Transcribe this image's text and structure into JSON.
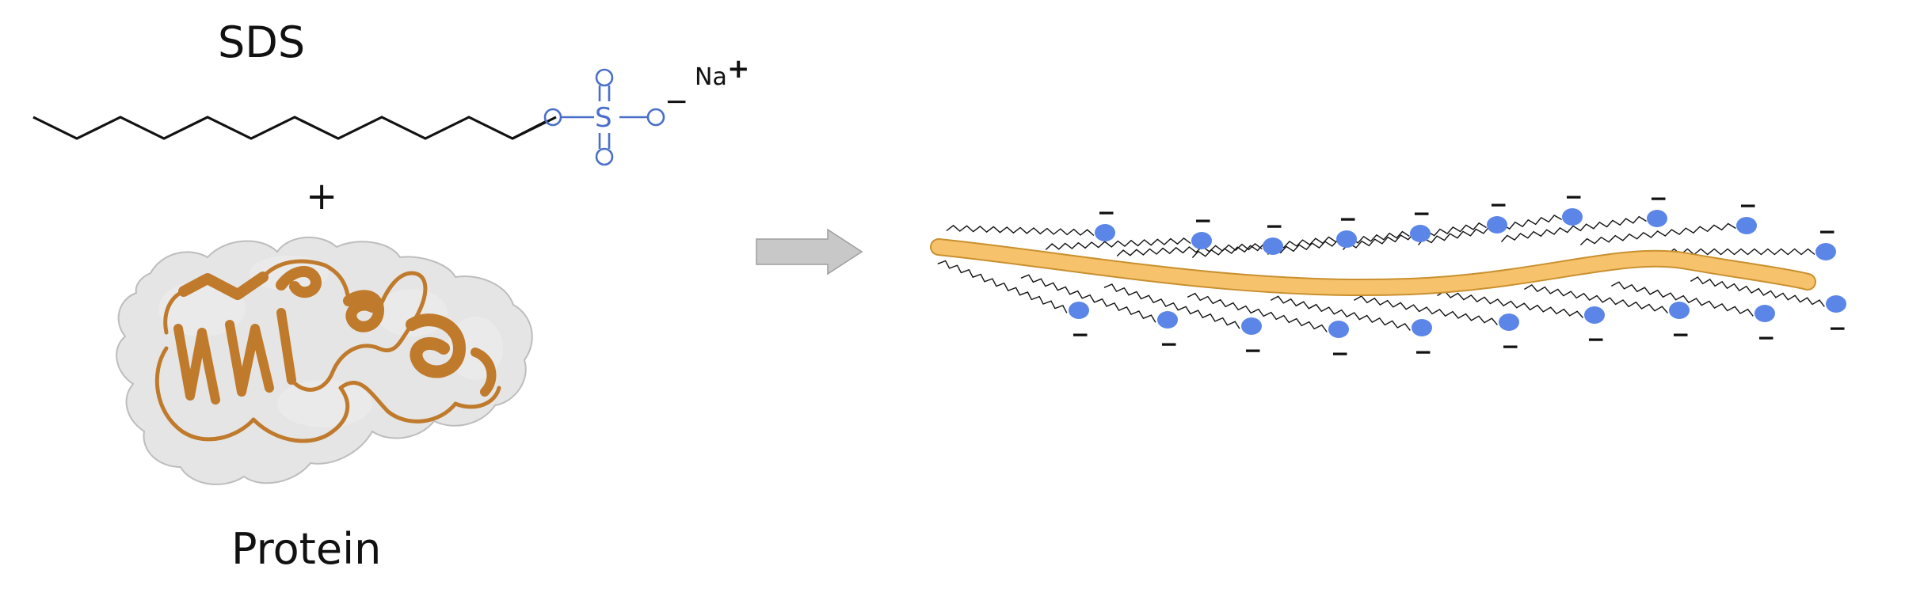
{
  "labels": {
    "sds": "SDS",
    "plus": "+",
    "protein": "Protein",
    "sodium": "Na",
    "sodium_charge": "+",
    "oxygen": "O",
    "sulfur": "S",
    "sulfate_charge": "−",
    "head_charge": "−"
  },
  "colors": {
    "bond_black": "#111111",
    "sulfate_blue": "#4a6fc9",
    "head_blue": "#5b86e8",
    "chain_orange": "#f6c26b",
    "chain_outline": "#c9902f",
    "protein_ribbon": "#c07a2c",
    "surface_gray": "#cfcfcf",
    "arrow_gray": "#c8c8c8"
  },
  "icons": {
    "process_arrow": "right-arrow-icon",
    "protein_structure": "protein-ribbon-icon",
    "surfactant_head": "anionic-head-icon"
  }
}
